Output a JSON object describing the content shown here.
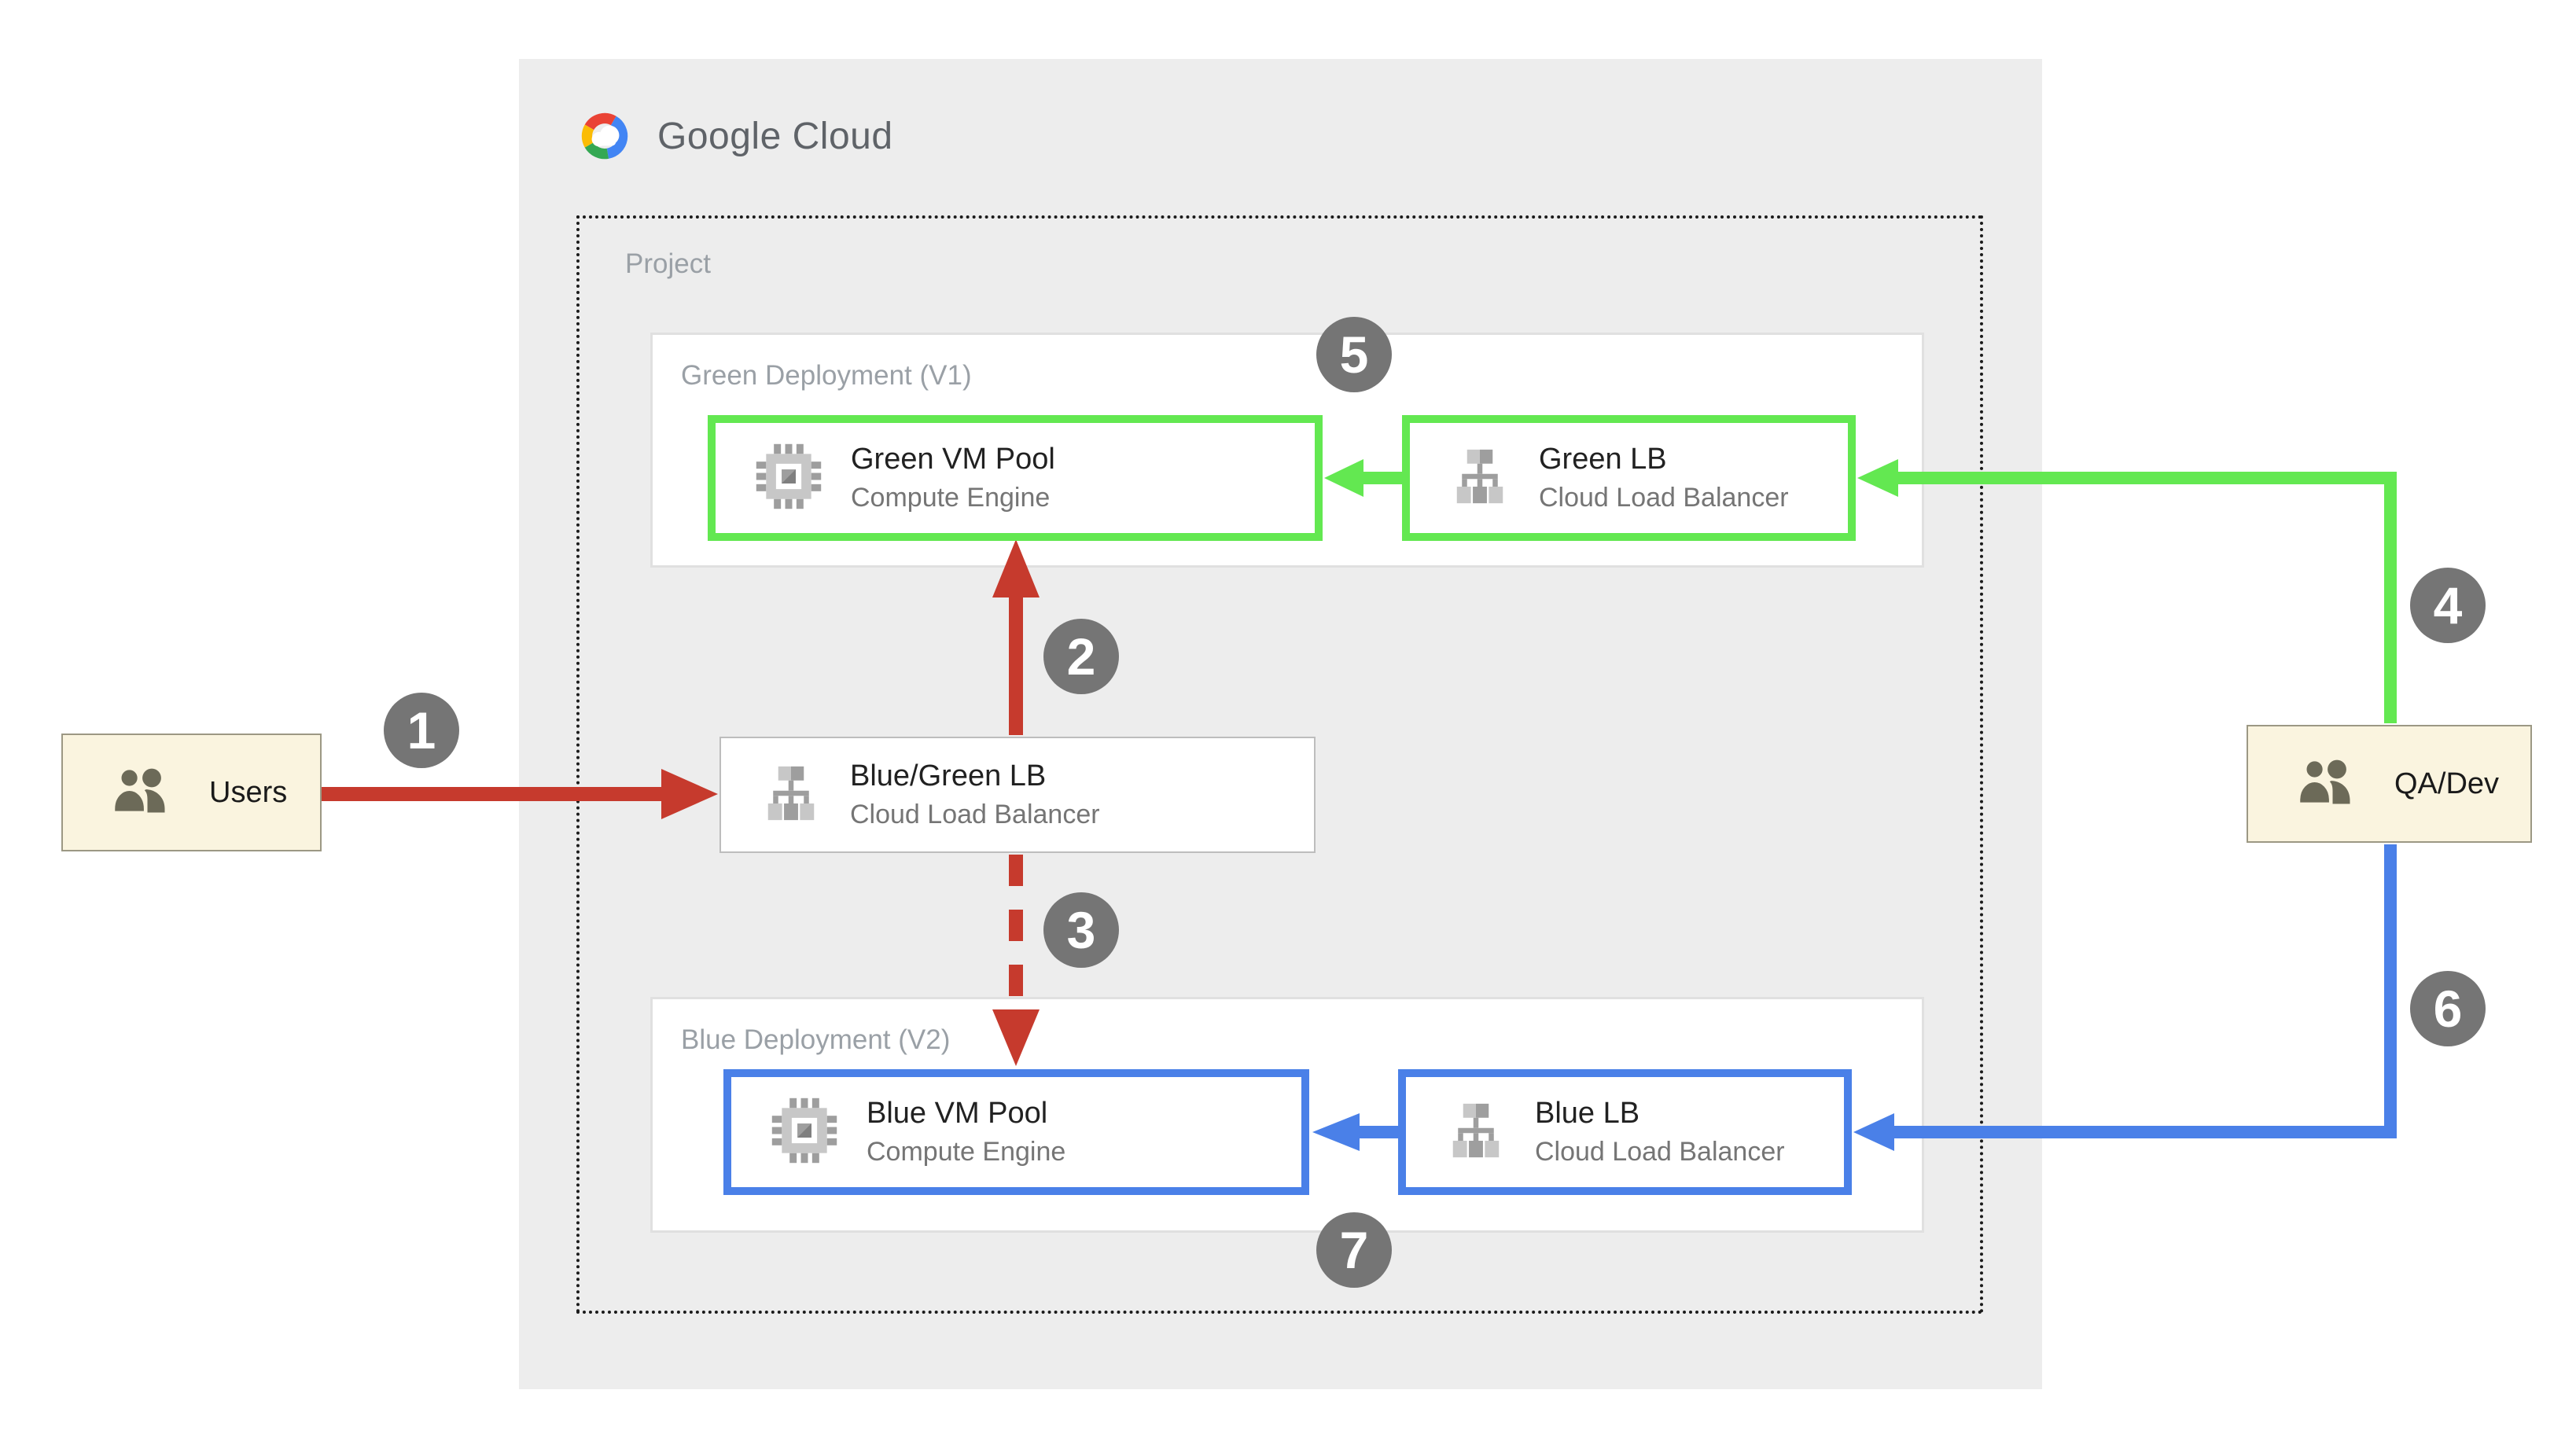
{
  "brand": {
    "name": "Google Cloud"
  },
  "project": {
    "label": "Project"
  },
  "groups": {
    "green": {
      "label": "Green Deployment (V1)"
    },
    "blue": {
      "label": "Blue Deployment (V2)"
    }
  },
  "nodes": {
    "green_vm": {
      "title": "Green VM Pool",
      "subtitle": "Compute Engine",
      "icon": "compute-engine-icon"
    },
    "green_lb": {
      "title": "Green LB",
      "subtitle": "Cloud Load Balancer",
      "icon": "load-balancer-icon"
    },
    "bluegreen_lb": {
      "title": "Blue/Green LB",
      "subtitle": "Cloud Load Balancer",
      "icon": "load-balancer-icon"
    },
    "blue_vm": {
      "title": "Blue VM Pool",
      "subtitle": "Compute Engine",
      "icon": "compute-engine-icon"
    },
    "blue_lb": {
      "title": "Blue LB",
      "subtitle": "Cloud Load Balancer",
      "icon": "load-balancer-icon"
    },
    "users": {
      "title": "Users",
      "icon": "users-group-icon"
    },
    "qadev": {
      "title": "QA/Dev",
      "icon": "users-group-icon"
    }
  },
  "steps": [
    "1",
    "2",
    "3",
    "4",
    "5",
    "6",
    "7"
  ],
  "colors": {
    "accent_green": "#63E851",
    "accent_blue": "#4A80E8",
    "accent_red": "#C63A2D",
    "step_bg": "#757575",
    "panel_bg": "#EDEDED",
    "actor_bg": "#FAF4DF",
    "actor_border": "#9C9884",
    "node_title": "#212121",
    "node_subtitle": "#757575",
    "muted_label": "#9AA0A6",
    "brand_text": "#5F6368",
    "google_red": "#EA4335",
    "google_yellow": "#FBBC05",
    "google_green": "#34A853",
    "google_blue": "#4285F4"
  }
}
